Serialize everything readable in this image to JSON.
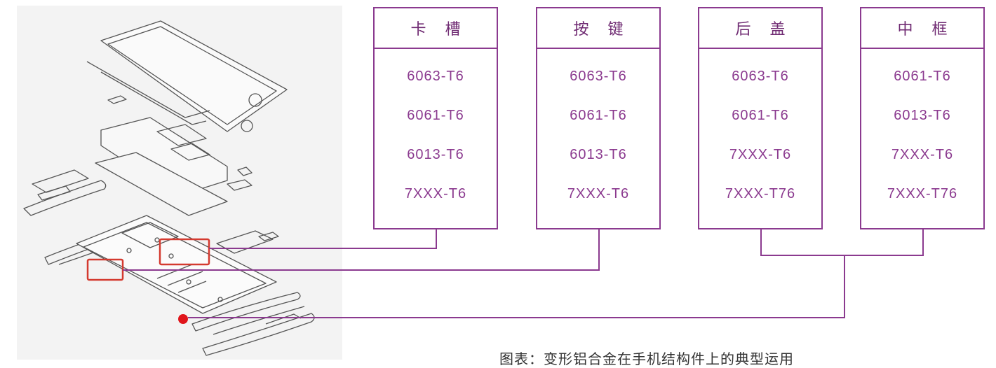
{
  "materials": [
    {
      "title": "卡 槽",
      "items": [
        "6063-T6",
        "6061-T6",
        "6013-T6",
        "7XXX-T6"
      ]
    },
    {
      "title": "按 键",
      "items": [
        "6063-T6",
        "6061-T6",
        "6013-T6",
        "7XXX-T6"
      ]
    },
    {
      "title": "后 盖",
      "items": [
        "6063-T6",
        "6061-T6",
        "7XXX-T6",
        "7XXX-T76"
      ]
    },
    {
      "title": "中 框",
      "items": [
        "6061-T6",
        "6013-T6",
        "7XXX-T6",
        "7XXX-T76"
      ]
    }
  ],
  "caption": "图表：变形铝合金在手机结构件上的典型运用",
  "colors": {
    "accent": "#8b3a8f",
    "highlight": "#d43a2f",
    "marker": "#e0151b"
  },
  "icons": [
    "exploded-phone-illustration"
  ]
}
